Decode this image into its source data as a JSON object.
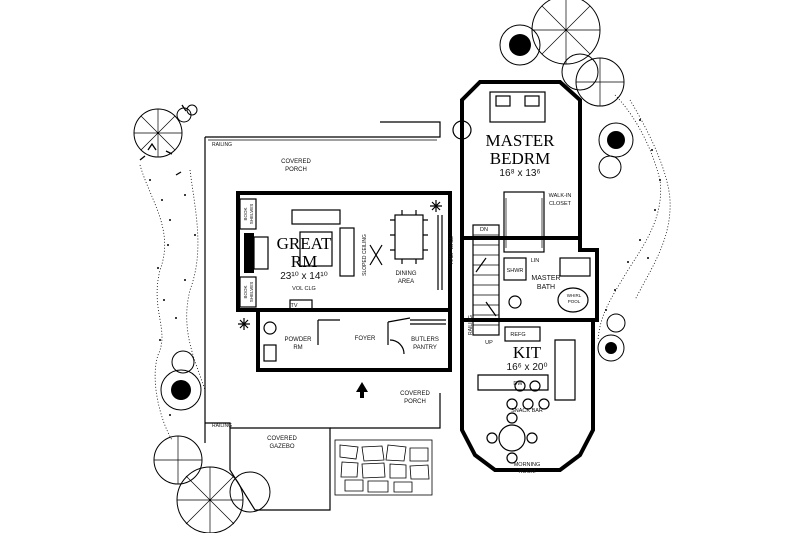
{
  "labels": {
    "master_bedrm_1": "MASTER",
    "master_bedrm_2": "BEDRM",
    "master_bedrm_dim": "16⁸ x 13⁶",
    "great_rm_1": "GREAT",
    "great_rm_2": "RM",
    "great_rm_dim": "23¹⁰ x 14¹⁰",
    "vol_clg": "VOL CLG",
    "kit": "KIT",
    "kit_dim": "16⁶ x 20⁰",
    "covered_porch_top_1": "COVERED",
    "covered_porch_top_2": "PORCH",
    "covered_porch_bottom_1": "COVERED",
    "covered_porch_bottom_2": "PORCH",
    "covered_gazebo_1": "COVERED",
    "covered_gazebo_2": "GAZEBO",
    "dining_area_1": "DINING",
    "dining_area_2": "AREA",
    "foyer": "FOYER",
    "powder_rm_1": "POWDER",
    "powder_rm_2": "RM",
    "butlers_pantry_1": "BUTLERS",
    "butlers_pantry_2": "PANTRY",
    "walk_in_closet_1": "WALK-IN",
    "walk_in_closet_2": "CLOSET",
    "master_bath_1": "MASTER",
    "master_bath_2": "BATH",
    "whirl_pool_1": "WHIRL",
    "whirl_pool_2": "POOL",
    "shwr": "SHWR",
    "lin": "LIN",
    "refg": "REFG",
    "dw": "DW",
    "snack_bar": "SNACK BAR",
    "morning_room_1": "MORNING",
    "morning_room_2": "ROOM",
    "railing_top": "RAILING",
    "railing_left": "RAILING",
    "railing_stair": "RAILING",
    "half_wall": "HALF-WALL",
    "sloped_ceiling": "SLOPED CEILING",
    "book_shelves_top_1": "BOOK",
    "book_shelves_top_2": "SHELVES",
    "book_shelves_bottom_1": "BOOK",
    "book_shelves_bottom_2": "SHELVES",
    "tv": "TV",
    "dn": "DN",
    "up": "UP"
  }
}
